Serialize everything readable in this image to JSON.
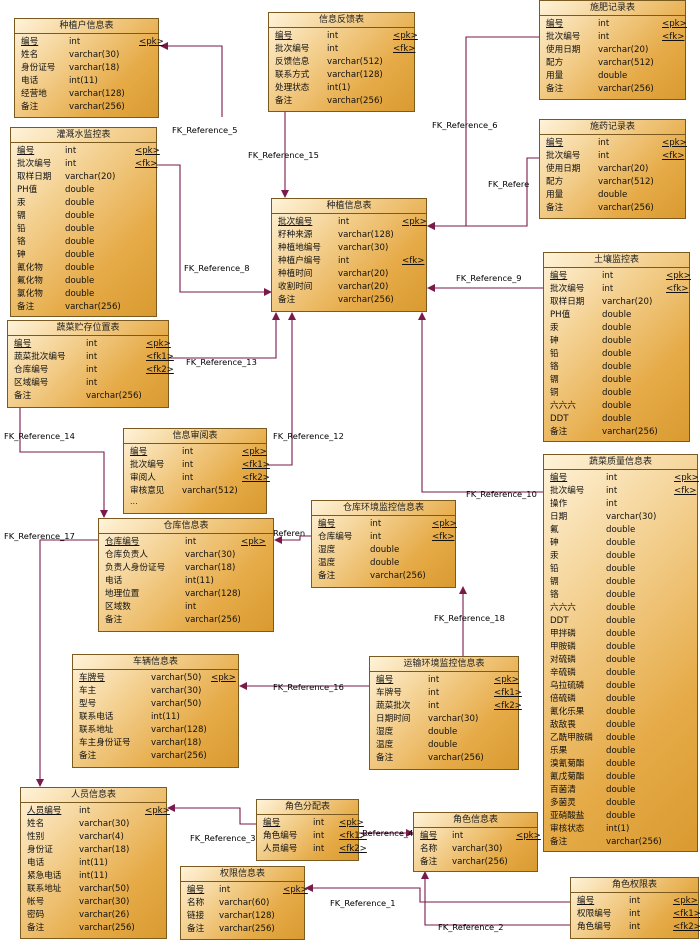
{
  "colors": {
    "line": "#7a1a4a",
    "entity_border": "#7a5a1e",
    "entity_fill": "#e6ab48"
  },
  "entities": [
    {
      "id": "grower",
      "title": "种植户信息表",
      "attrs": [
        [
          "编号",
          "int",
          "<pk>",
          true
        ],
        [
          "姓名",
          "varchar(30)",
          "",
          false
        ],
        [
          "身份证号",
          "varchar(18)",
          "",
          false
        ],
        [
          "电话",
          "int(11)",
          "",
          false
        ],
        [
          "经营地",
          "varchar(128)",
          "",
          false
        ],
        [
          "备注",
          "varchar(256)",
          "",
          false
        ]
      ]
    },
    {
      "id": "feedback",
      "title": "信息反馈表",
      "attrs": [
        [
          "编号",
          "int",
          "<pk>",
          true
        ],
        [
          "批次编号",
          "int",
          "<fk>",
          false
        ],
        [
          "反馈信息",
          "varchar(512)",
          "",
          false
        ],
        [
          "联系方式",
          "varchar(128)",
          "",
          false
        ],
        [
          "处理状态",
          "int(1)",
          "",
          false
        ],
        [
          "备注",
          "varchar(256)",
          "",
          false
        ]
      ]
    },
    {
      "id": "fert",
      "title": "施肥记录表",
      "attrs": [
        [
          "编号",
          "int",
          "<pk>",
          true
        ],
        [
          "批次编号",
          "int",
          "<fk>",
          false
        ],
        [
          "使用日期",
          "varchar(20)",
          "",
          false
        ],
        [
          "配方",
          "varchar(512)",
          "",
          false
        ],
        [
          "用量",
          "double",
          "",
          false
        ],
        [
          "备注",
          "varchar(256)",
          "",
          false
        ]
      ]
    },
    {
      "id": "water",
      "title": "灌溉水监控表",
      "attrs": [
        [
          "编号",
          "int",
          "<pk>",
          true
        ],
        [
          "批次编号",
          "int",
          "<fk>",
          false
        ],
        [
          "取样日期",
          "varchar(20)",
          "",
          false
        ],
        [
          "PH值",
          "double",
          "",
          false
        ],
        [
          "汞",
          "double",
          "",
          false
        ],
        [
          "镉",
          "double",
          "",
          false
        ],
        [
          "铅",
          "double",
          "",
          false
        ],
        [
          "铬",
          "double",
          "",
          false
        ],
        [
          "砷",
          "double",
          "",
          false
        ],
        [
          "氰化物",
          "double",
          "",
          false
        ],
        [
          "氟化物",
          "double",
          "",
          false
        ],
        [
          "氯化物",
          "double",
          "",
          false
        ],
        [
          "备注",
          "varchar(256)",
          "",
          false
        ]
      ]
    },
    {
      "id": "pest",
      "title": "施药记录表",
      "attrs": [
        [
          "编号",
          "int",
          "<pk>",
          true
        ],
        [
          "批次编号",
          "int",
          "<fk>",
          false
        ],
        [
          "使用日期",
          "varchar(20)",
          "",
          false
        ],
        [
          "配方",
          "varchar(512)",
          "",
          false
        ],
        [
          "用量",
          "double",
          "",
          false
        ],
        [
          "备注",
          "varchar(256)",
          "",
          false
        ]
      ]
    },
    {
      "id": "plant",
      "title": "种植信息表",
      "attrs": [
        [
          "批次编号",
          "int",
          "<pk>",
          true
        ],
        [
          "籽种来源",
          "varchar(128)",
          "",
          false
        ],
        [
          "种植地编号",
          "varchar(30)",
          "",
          false
        ],
        [
          "种植户编号",
          "int",
          "<fk>",
          false
        ],
        [
          "种植时间",
          "varchar(20)",
          "",
          false
        ],
        [
          "收割时间",
          "varchar(20)",
          "",
          false
        ],
        [
          "备注",
          "varchar(256)",
          "",
          false
        ]
      ]
    },
    {
      "id": "soil",
      "title": "土壤监控表",
      "attrs": [
        [
          "编号",
          "int",
          "<pk>",
          true
        ],
        [
          "批次编号",
          "int",
          "<fk>",
          false
        ],
        [
          "取样日期",
          "varchar(20)",
          "",
          false
        ],
        [
          "PH值",
          "double",
          "",
          false
        ],
        [
          "汞",
          "double",
          "",
          false
        ],
        [
          "砷",
          "double",
          "",
          false
        ],
        [
          "铅",
          "double",
          "",
          false
        ],
        [
          "铬",
          "double",
          "",
          false
        ],
        [
          "镉",
          "double",
          "",
          false
        ],
        [
          "铜",
          "double",
          "",
          false
        ],
        [
          "六六六",
          "double",
          "",
          false
        ],
        [
          "DDT",
          "double",
          "",
          false
        ],
        [
          "备注",
          "varchar(256)",
          "",
          false
        ]
      ]
    },
    {
      "id": "storage",
      "title": "蔬菜贮存位置表",
      "attrs": [
        [
          "编号",
          "int",
          "<pk>",
          true
        ],
        [
          "蔬菜批次编号",
          "int",
          "<fk1>",
          false
        ],
        [
          "仓库编号",
          "int",
          "<fk2>",
          false
        ],
        [
          "区域编号",
          "int",
          "",
          false
        ],
        [
          "备注",
          "varchar(256)",
          "",
          false
        ]
      ]
    },
    {
      "id": "review",
      "title": "信息审阅表",
      "more": "...",
      "attrs": [
        [
          "编号",
          "int",
          "<pk>",
          true
        ],
        [
          "批次编号",
          "int",
          "<fk1>",
          false
        ],
        [
          "审阅人",
          "int",
          "<fk2>",
          false
        ],
        [
          "审核意见",
          "varchar(512)",
          "",
          false
        ]
      ]
    },
    {
      "id": "quality",
      "title": "蔬菜质量信息表",
      "attrs": [
        [
          "编号",
          "int",
          "<pk>",
          true
        ],
        [
          "批次编号",
          "int",
          "<fk>",
          false
        ],
        [
          "操作",
          "int",
          "",
          false
        ],
        [
          "日期",
          "varchar(30)",
          "",
          false
        ],
        [
          "氟",
          "double",
          "",
          false
        ],
        [
          "砷",
          "double",
          "",
          false
        ],
        [
          "汞",
          "double",
          "",
          false
        ],
        [
          "铅",
          "double",
          "",
          false
        ],
        [
          "镉",
          "double",
          "",
          false
        ],
        [
          "铬",
          "double",
          "",
          false
        ],
        [
          "六六六",
          "double",
          "",
          false
        ],
        [
          "DDT",
          "double",
          "",
          false
        ],
        [
          "甲拌磷",
          "double",
          "",
          false
        ],
        [
          "甲胺磷",
          "double",
          "",
          false
        ],
        [
          "对硫磷",
          "double",
          "",
          false
        ],
        [
          "辛硫磷",
          "double",
          "",
          false
        ],
        [
          "乌拉硫磷",
          "double",
          "",
          false
        ],
        [
          "倍硫磷",
          "double",
          "",
          false
        ],
        [
          "氰化乐果",
          "double",
          "",
          false
        ],
        [
          "敌敌畏",
          "double",
          "",
          false
        ],
        [
          "乙酰甲胺磷",
          "double",
          "",
          false
        ],
        [
          "乐果",
          "double",
          "",
          false
        ],
        [
          "溴氰菊酯",
          "double",
          "",
          false
        ],
        [
          "氰戊菊酯",
          "double",
          "",
          false
        ],
        [
          "百菌清",
          "double",
          "",
          false
        ],
        [
          "多菌灵",
          "double",
          "",
          false
        ],
        [
          "亚硝酸盐",
          "double",
          "",
          false
        ],
        [
          "审核状态",
          "int(1)",
          "",
          false
        ],
        [
          "备注",
          "varchar(256)",
          "",
          false
        ]
      ]
    },
    {
      "id": "whenv",
      "title": "仓库环境监控信息表",
      "attrs": [
        [
          "编号",
          "int",
          "<pk>",
          true
        ],
        [
          "仓库编号",
          "int",
          "<fk>",
          false
        ],
        [
          "湿度",
          "double",
          "",
          false
        ],
        [
          "温度",
          "double",
          "",
          false
        ],
        [
          "备注",
          "varchar(256)",
          "",
          false
        ]
      ]
    },
    {
      "id": "warehouse",
      "title": "仓库信息表",
      "attrs": [
        [
          "仓库编号",
          "int",
          "<pk>",
          true
        ],
        [
          "仓库负责人",
          "varchar(30)",
          "",
          false
        ],
        [
          "负责人身份证号",
          "varchar(18)",
          "",
          false
        ],
        [
          "电话",
          "int(11)",
          "",
          false
        ],
        [
          "地理位置",
          "varchar(128)",
          "",
          false
        ],
        [
          "区域数",
          "int",
          "",
          false
        ],
        [
          "备注",
          "varchar(256)",
          "",
          false
        ]
      ]
    },
    {
      "id": "vehicle",
      "title": "车辆信息表",
      "attrs": [
        [
          "车牌号",
          "varchar(50)",
          "<pk>",
          true
        ],
        [
          "车主",
          "varchar(30)",
          "",
          false
        ],
        [
          "型号",
          "varchar(50)",
          "",
          false
        ],
        [
          "联系电话",
          "int(11)",
          "",
          false
        ],
        [
          "联系地址",
          "varchar(128)",
          "",
          false
        ],
        [
          "车主身份证号",
          "varchar(18)",
          "",
          false
        ],
        [
          "备注",
          "varchar(256)",
          "",
          false
        ]
      ]
    },
    {
      "id": "transport",
      "title": "运输环境监控信息表",
      "attrs": [
        [
          "编号",
          "int",
          "<pk>",
          true
        ],
        [
          "车牌号",
          "int",
          "<fk1>",
          false
        ],
        [
          "蔬菜批次",
          "int",
          "<fk2>",
          false
        ],
        [
          "日期时间",
          "varchar(30)",
          "",
          false
        ],
        [
          "湿度",
          "double",
          "",
          false
        ],
        [
          "温度",
          "double",
          "",
          false
        ],
        [
          "备注",
          "varchar(256)",
          "",
          false
        ]
      ]
    },
    {
      "id": "person",
      "title": "人员信息表",
      "attrs": [
        [
          "人员编号",
          "int",
          "<pk>",
          true
        ],
        [
          "姓名",
          "varchar(30)",
          "",
          false
        ],
        [
          "性别",
          "varchar(4)",
          "",
          false
        ],
        [
          "身份证",
          "varchar(18)",
          "",
          false
        ],
        [
          "电话",
          "int(11)",
          "",
          false
        ],
        [
          "紧急电话",
          "int(11)",
          "",
          false
        ],
        [
          "联系地址",
          "varchar(50)",
          "",
          false
        ],
        [
          "帐号",
          "varchar(30)",
          "",
          false
        ],
        [
          "密码",
          "varchar(26)",
          "",
          false
        ],
        [
          "备注",
          "varchar(256)",
          "",
          false
        ]
      ]
    },
    {
      "id": "roleassign",
      "title": "角色分配表",
      "attrs": [
        [
          "编号",
          "int",
          "<pk>",
          true
        ],
        [
          "角色编号",
          "int",
          "<fk1>",
          false
        ],
        [
          "人员编号",
          "int",
          "<fk2>",
          false
        ]
      ]
    },
    {
      "id": "role",
      "title": "角色信息表",
      "attrs": [
        [
          "编号",
          "int",
          "<pk>",
          true
        ],
        [
          "名称",
          "varchar(30)",
          "",
          false
        ],
        [
          "备注",
          "varchar(256)",
          "",
          false
        ]
      ]
    },
    {
      "id": "perm",
      "title": "权限信息表",
      "attrs": [
        [
          "编号",
          "int",
          "<pk>",
          true
        ],
        [
          "名称",
          "varchar(60)",
          "",
          false
        ],
        [
          "链接",
          "varchar(128)",
          "",
          false
        ],
        [
          "备注",
          "varchar(256)",
          "",
          false
        ]
      ]
    },
    {
      "id": "roleperm",
      "title": "角色权限表",
      "attrs": [
        [
          "编号",
          "int",
          "<pk>",
          true
        ],
        [
          "权限编号",
          "int",
          "<fk1>",
          false
        ],
        [
          "角色编号",
          "int",
          "<fk2>",
          false
        ]
      ]
    }
  ],
  "relations": [
    {
      "id": "r5",
      "label": "FK_Reference_5"
    },
    {
      "id": "r15",
      "label": "FK_Reference_15"
    },
    {
      "id": "r6",
      "label": "FK_Reference_6"
    },
    {
      "id": "r7",
      "label": "FK_Refere"
    },
    {
      "id": "r8",
      "label": "FK_Reference_8"
    },
    {
      "id": "r9",
      "label": "FK_Reference_9"
    },
    {
      "id": "r13",
      "label": "FK_Reference_13"
    },
    {
      "id": "r14",
      "label": "FK_Reference_14"
    },
    {
      "id": "r12",
      "label": "FK_Reference_12"
    },
    {
      "id": "r10",
      "label": "FK_Reference_10"
    },
    {
      "id": "r11",
      "label": "Referen"
    },
    {
      "id": "r17",
      "label": "FK_Reference_17"
    },
    {
      "id": "r18",
      "label": "FK_Reference_18"
    },
    {
      "id": "r16",
      "label": "FK_Reference_16"
    },
    {
      "id": "r3",
      "label": "FK_Reference_3"
    },
    {
      "id": "r4",
      "label": "_Reference_4"
    },
    {
      "id": "r1",
      "label": "FK_Reference_1"
    },
    {
      "id": "r2",
      "label": "FK_Reference_2"
    }
  ]
}
